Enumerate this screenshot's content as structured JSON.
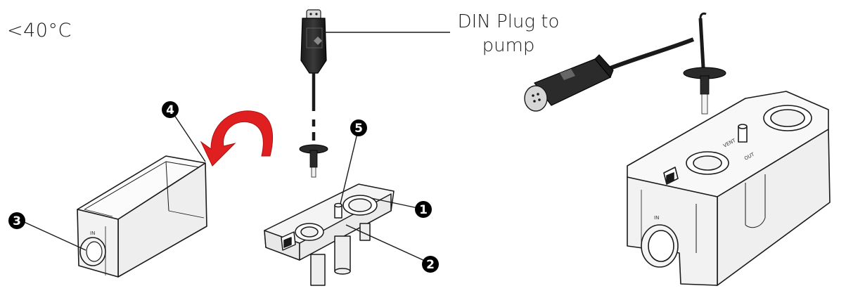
{
  "temperature_label": "<40°C",
  "plug_label_line1": "DIN Plug to",
  "plug_label_line2": "pump",
  "callouts": [
    {
      "id": "1",
      "text": "1"
    },
    {
      "id": "2",
      "text": "2"
    },
    {
      "id": "3",
      "text": "3"
    },
    {
      "id": "4",
      "text": "4"
    },
    {
      "id": "5",
      "text": "5"
    }
  ],
  "part_markings": {
    "in": "IN",
    "out": "OUT",
    "vent": "VENT"
  },
  "colors": {
    "arrow": "#e02020",
    "line": "#1a1a1a",
    "callout_fill": "#000000",
    "plastic": "#f4f4f4"
  }
}
